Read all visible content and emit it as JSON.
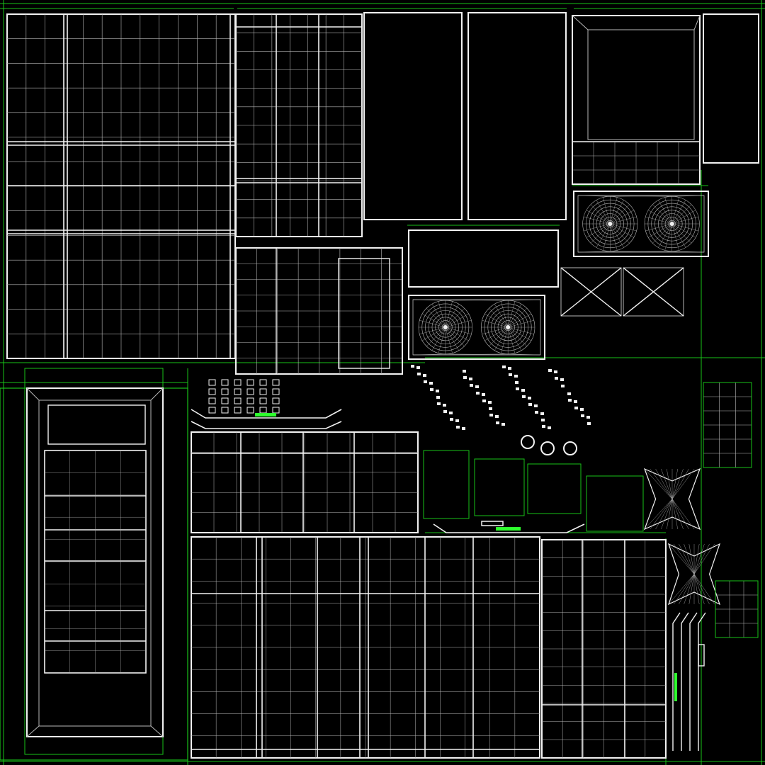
{
  "texture": {
    "kind": "uv-layout-wireframe",
    "background_color": "#000000",
    "outline_color": "#f2f2f2",
    "inner_line_color": "#b8b8b8",
    "seam_color": "#19c219",
    "bright_accent_color": "#2eff2e",
    "shell_names": [
      "panel-large-top-left",
      "panel-grid-top-middle",
      "panel-tall-a",
      "panel-tall-b",
      "panel-framed-top-right",
      "panel-narrow-top-right",
      "speaker-unit-upper",
      "speaker-unit-lower",
      "panel-wide-middle",
      "cross-brace-a",
      "cross-brace-b",
      "panel-box-middle-left",
      "door-frame-left",
      "panel-bench-middle",
      "panel-large-bottom",
      "panel-grid-bottom-right",
      "small-parts-cluster",
      "star-part-a",
      "star-part-b",
      "strip-parts-right"
    ]
  }
}
